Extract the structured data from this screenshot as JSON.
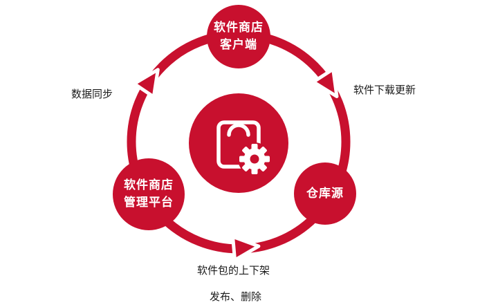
{
  "colors": {
    "accent": "#c8102e",
    "label_text": "#1a1a1a",
    "node_text": "#ffffff",
    "background": "#ffffff"
  },
  "nodes": {
    "center": {
      "icon": "shopping-bag-with-gear"
    },
    "top": {
      "line1": "软件商店",
      "line2": "客户端"
    },
    "left": {
      "line1": "软件商店",
      "line2": "管理平台"
    },
    "right": {
      "line1": "仓库源"
    }
  },
  "labels": {
    "left": "数据同步",
    "right": "软件下载更新",
    "bottom_line1": "软件包的上下架",
    "bottom_line2": "发布、删除"
  }
}
